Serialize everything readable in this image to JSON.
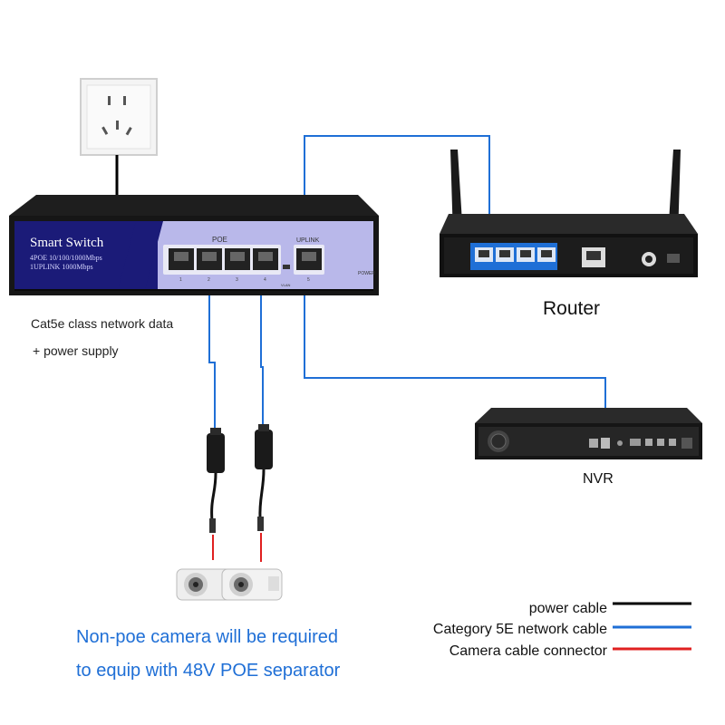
{
  "switch": {
    "title": "Smart Switch",
    "spec_line1": "4POE 10/100/1000Mbps",
    "spec_line2": "1UPLINK 1000Mbps",
    "poe_label": "POE",
    "uplink_label": "UPLINK",
    "port_numbers": [
      "1",
      "2",
      "3",
      "4",
      "5"
    ],
    "power_label": "POWER",
    "vlan_label": "VLAN"
  },
  "caption_left": {
    "line1": "Cat5e class network data",
    "line2": "+ power supply"
  },
  "router": {
    "label": "Router"
  },
  "nvr": {
    "label": "NVR"
  },
  "camera_note": {
    "line1": "Non-poe camera will be required",
    "line2": "to equip with 48V POE separator"
  },
  "legend": {
    "items": [
      {
        "label": "power cable",
        "color": "#000000"
      },
      {
        "label": "Category 5E network cable",
        "color": "#1f6fd6"
      },
      {
        "label": "Camera cable connector",
        "color": "#e02020"
      }
    ]
  },
  "colors": {
    "network_cable": "#1f6fd6",
    "power_cable": "#000000",
    "connector": "#e02020",
    "switch_panel": "#b9b8ea",
    "note_text": "#1f6fd6"
  },
  "icons": [
    "wall-outlet-icon",
    "switch-device",
    "router-device",
    "nvr-device",
    "poe-separator-icon",
    "camera-icon"
  ]
}
